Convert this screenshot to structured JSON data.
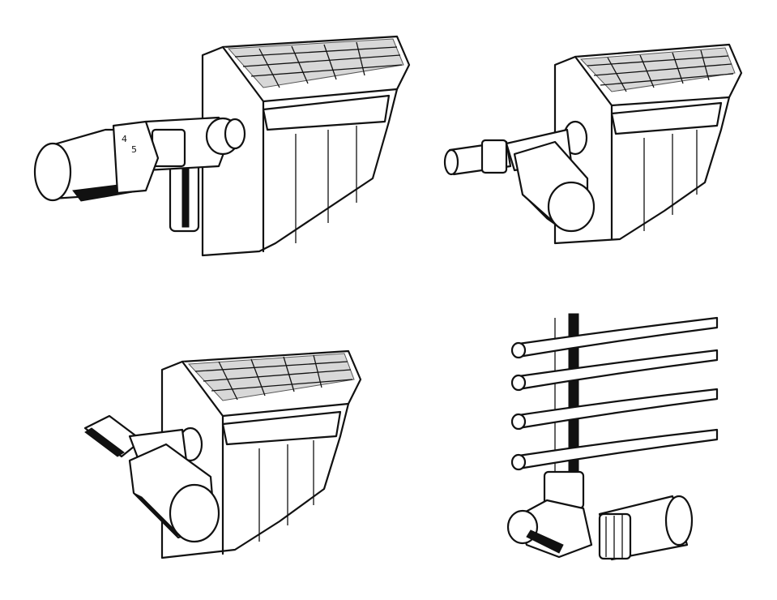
{
  "panels": [
    {
      "id": "thermostatic-head-horizontal",
      "dial_marks": [
        "4",
        "5"
      ]
    },
    {
      "id": "thermostatic-head-angled-down"
    },
    {
      "id": "thermostatic-head-angled-left"
    },
    {
      "id": "towel-rail-angled-valve"
    }
  ],
  "colors": {
    "ink": "#111111",
    "grid_fill": "#d8d8d8",
    "background": "#ffffff"
  }
}
